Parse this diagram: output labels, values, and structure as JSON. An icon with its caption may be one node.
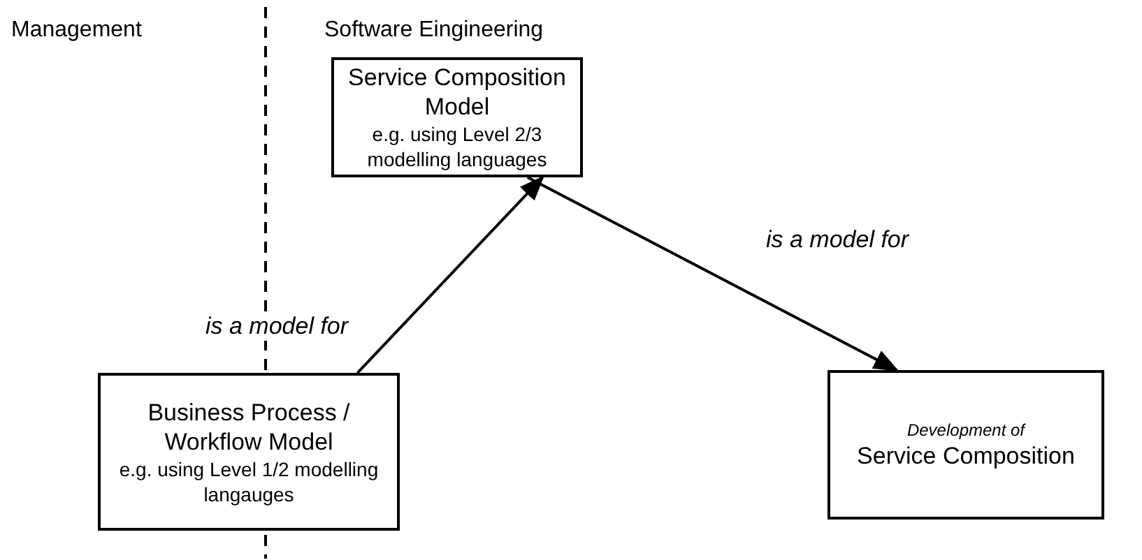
{
  "diagram": {
    "nodes": [
      {
        "text": [
          "Service Composition Model",
          "e.g. using Level 2/3 modelling languages"
        ]
      },
      {
        "text": [
          "Business Process / Workflow Model",
          "e.g. using Level 1/2 modelling langauges"
        ]
      },
      {
        "text": [
          "Development of",
          "Service Composition"
        ]
      }
    ],
    "edges": [
      {
        "from": 1,
        "to": 0,
        "arrow": "to",
        "label": "is a model for"
      },
      {
        "from": 0,
        "to": 2,
        "arrow": "to",
        "label": "is a model for"
      }
    ],
    "labels": [
      "Management",
      "Software Eingineering"
    ]
  }
}
